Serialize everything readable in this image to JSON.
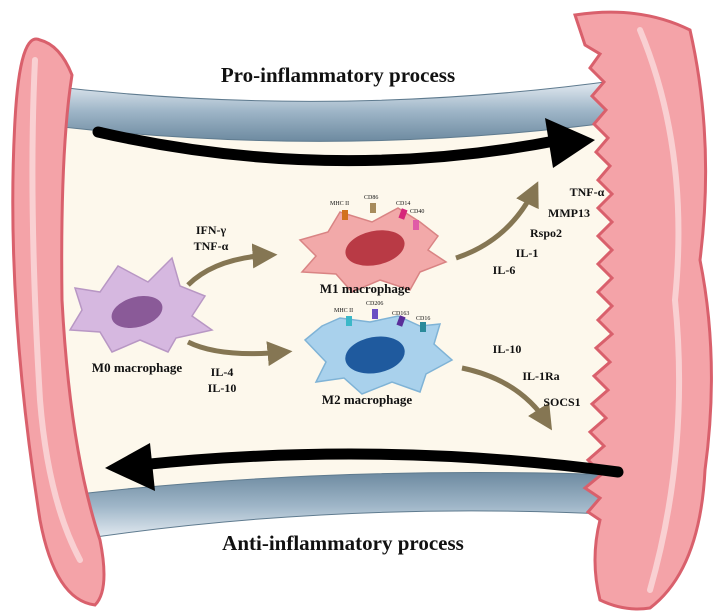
{
  "titles": {
    "pro": "Pro-inflammatory process",
    "anti": "Anti-inflammatory process"
  },
  "cells": {
    "m0": {
      "label": "M0 macrophage"
    },
    "m1": {
      "label": "M1 macrophage",
      "markers": [
        "MHC II",
        "CD86",
        "CD14",
        "CD40"
      ]
    },
    "m2": {
      "label": "M2 macrophage",
      "markers": [
        "MHC II",
        "CD206",
        "CD163",
        "CD16"
      ]
    }
  },
  "stimuli": {
    "m1": [
      "IFN-γ",
      "TNF-α"
    ],
    "m2": [
      "IL-4",
      "IL-10"
    ]
  },
  "secreted": {
    "m1": [
      "TNF-α",
      "MMP13",
      "Rspo2",
      "IL-1",
      "IL-6"
    ],
    "m2": [
      "IL-10",
      "IL-1Ra",
      "SOCS1"
    ]
  },
  "colors": {
    "membrane": "#f4a3a8",
    "membrane_dark": "#e06f79",
    "interior": "#fdf8ec",
    "arrow": "#857653",
    "m0": "#d6b8e0",
    "m1": "#f2a9a9",
    "m2": "#a9d1ec"
  }
}
